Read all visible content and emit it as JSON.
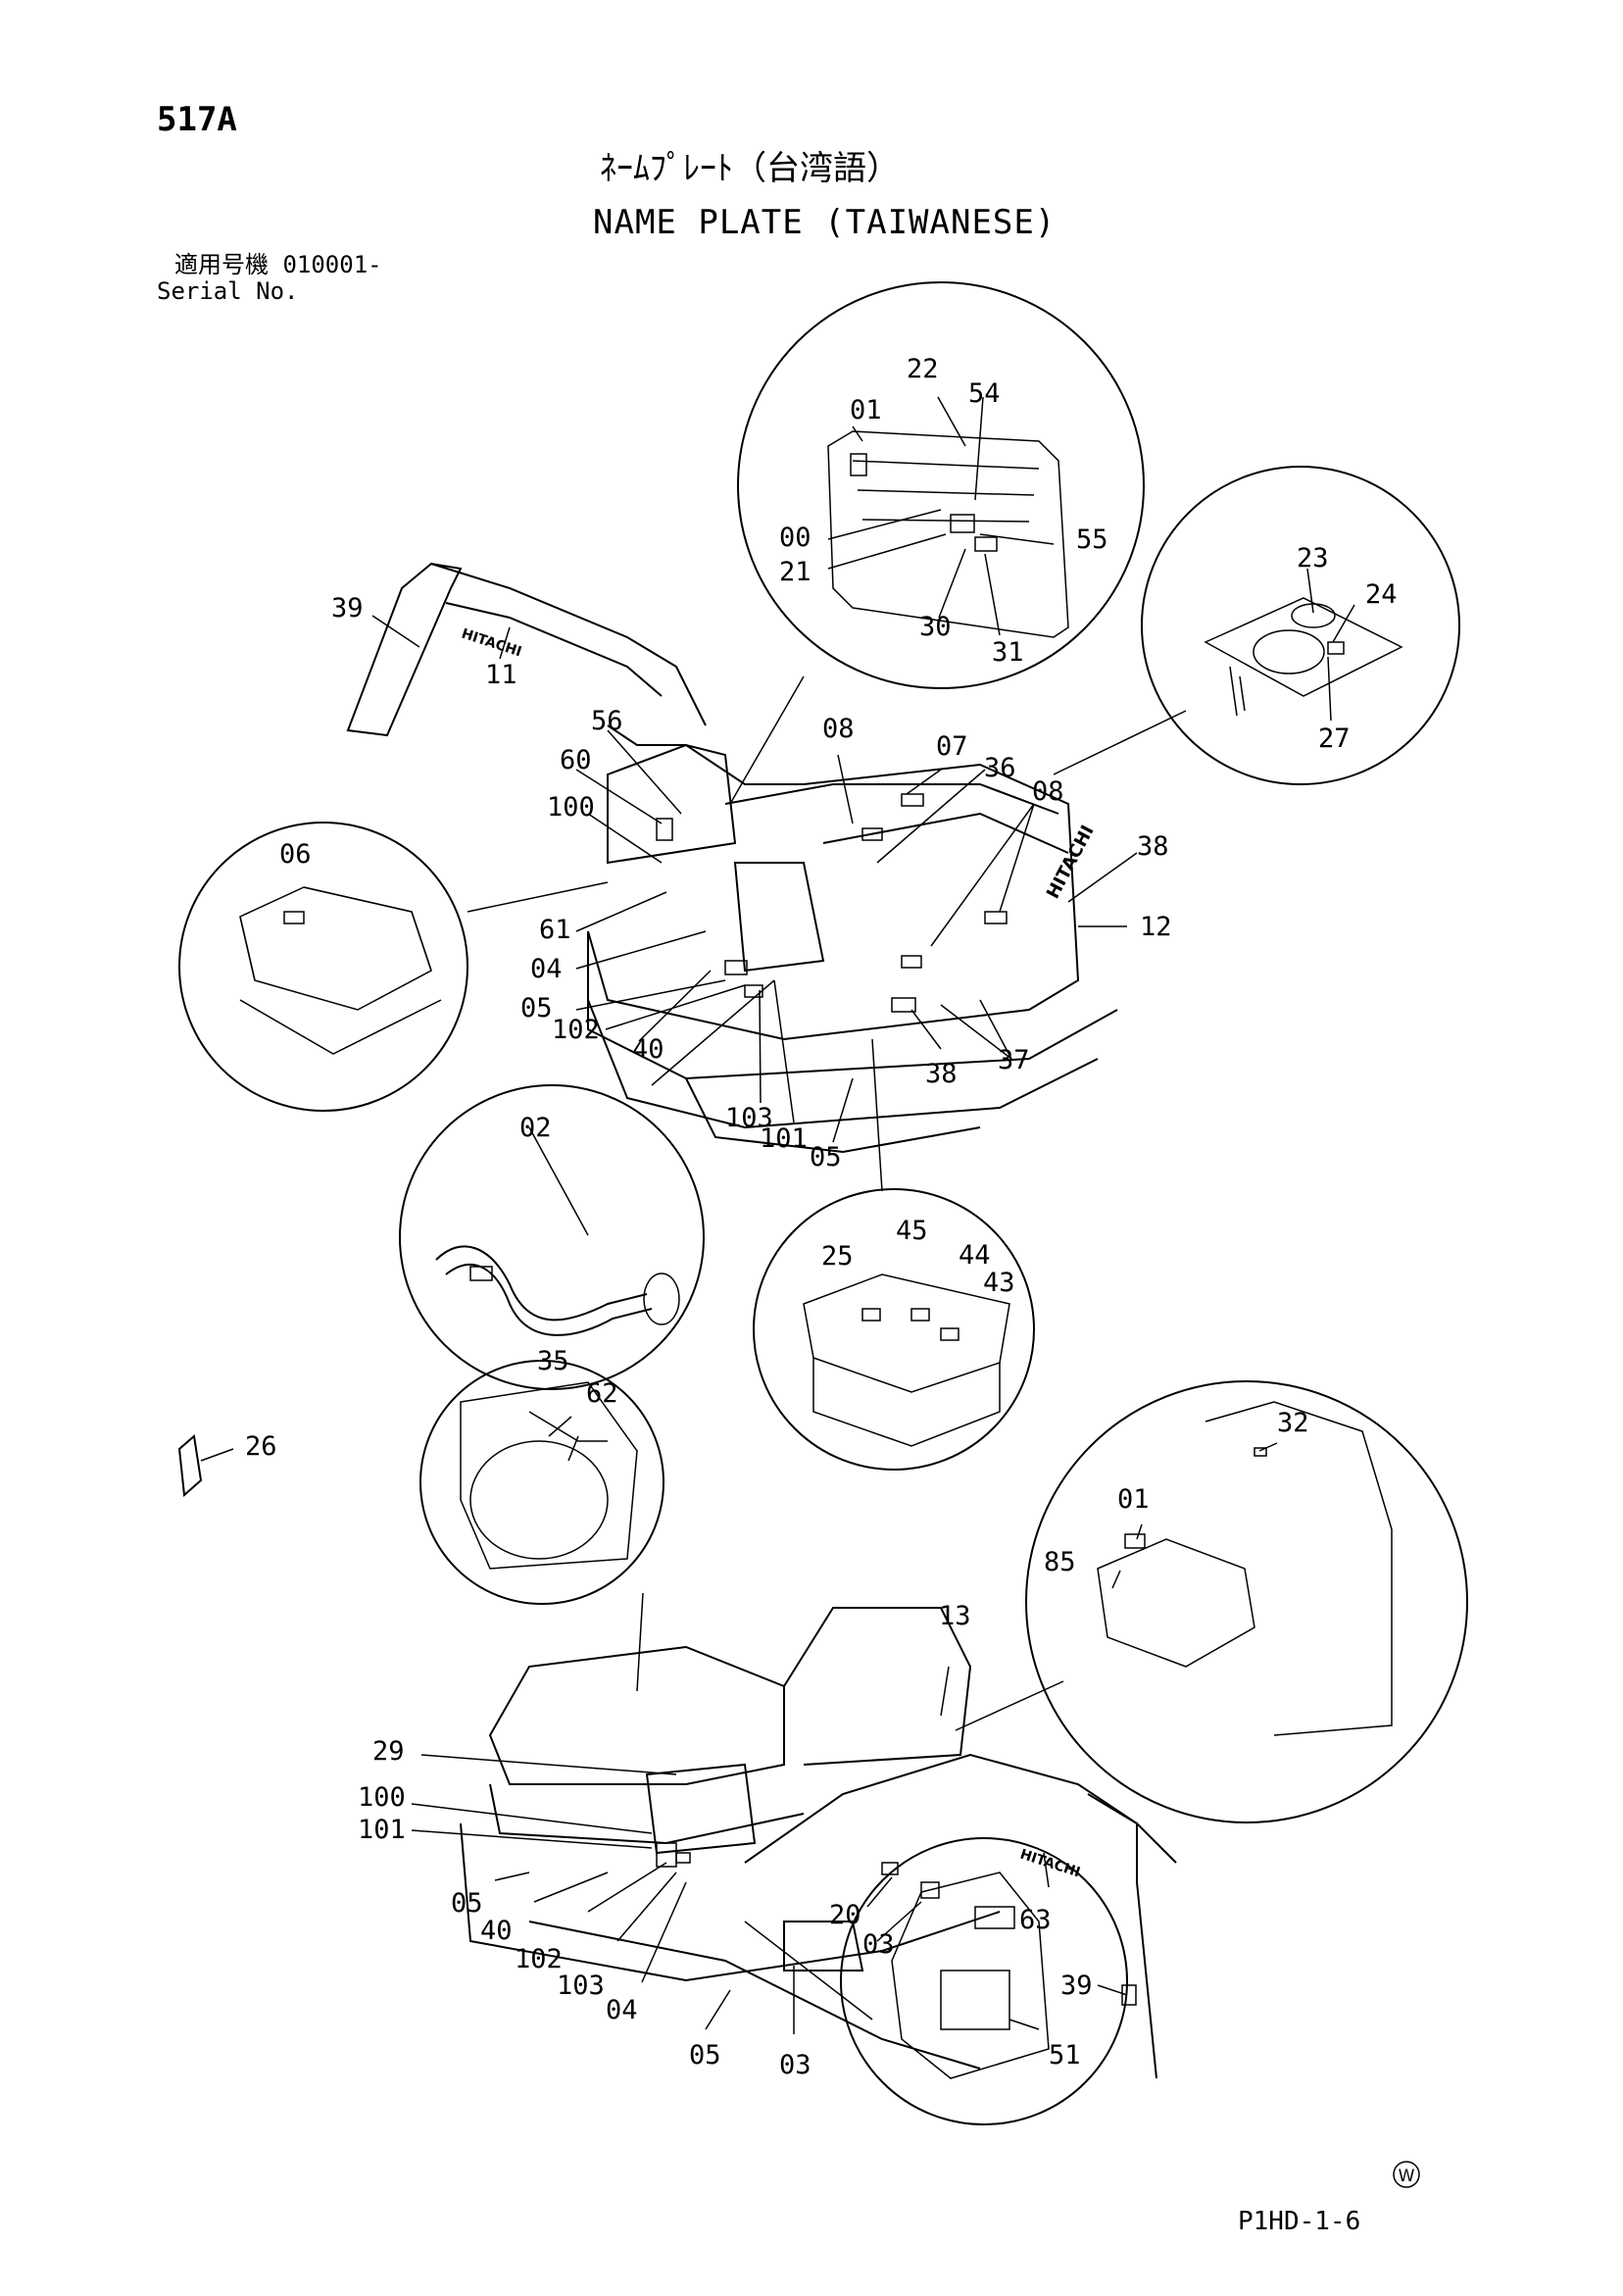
{
  "header": {
    "page_code": "517A",
    "title_jp": "ﾈｰﾑﾌﾟﾚｰﾄ（台湾語）",
    "title_en": "NAME PLATE (TAIWANESE)",
    "serial_jp": "適用号機  010001-",
    "serial_en": "Serial No."
  },
  "callouts": {
    "c01a": "01",
    "c22": "22",
    "c54": "54",
    "c00": "00",
    "c55": "55",
    "c21": "21",
    "c30": "30",
    "c31": "31",
    "c23": "23",
    "c24": "24",
    "c27": "27",
    "c39a": "39",
    "c11": "11",
    "c56": "56",
    "c60": "60",
    "c08a": "08",
    "c07": "07",
    "c36": "36",
    "c08b": "08",
    "c100a": "100",
    "c38a": "38",
    "c12": "12",
    "c06": "06",
    "c61": "61",
    "c04a": "04",
    "c05a": "05",
    "c102a": "102",
    "c40a": "40",
    "c38b": "38",
    "c37": "37",
    "c103a": "103",
    "c101a": "101",
    "c05b": "05",
    "c02": "02",
    "c45": "45",
    "c25": "25",
    "c44": "44",
    "c43": "43",
    "c35": "35",
    "c62": "62",
    "c26": "26",
    "c32": "32",
    "c01b": "01",
    "c85": "85",
    "c13": "13",
    "c29": "29",
    "c100b": "100",
    "c101b": "101",
    "c05c": "05",
    "c40b": "40",
    "c102b": "102",
    "c103b": "103",
    "c04b": "04",
    "c20": "20",
    "c03a": "03",
    "c63": "63",
    "c39b": "39",
    "c05d": "05",
    "c03b": "03",
    "c51": "51"
  },
  "brand_text": "HITACHI",
  "watermark": "W",
  "footer_code": "P1HD-1-6"
}
